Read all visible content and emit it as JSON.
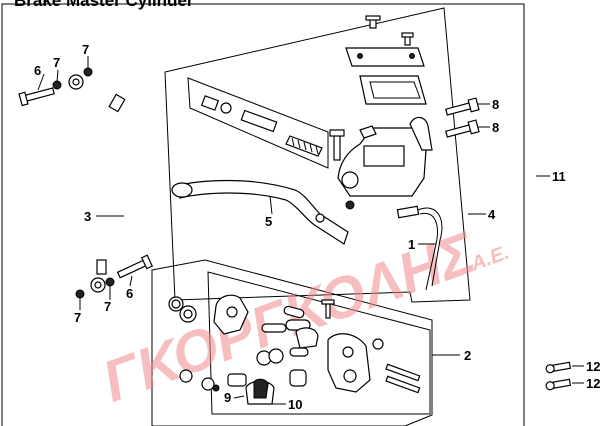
{
  "diagram_title": "Brake Master Cylinder",
  "watermark": {
    "brand": "ΓΚΟΡΓΚΟΛΗΣ",
    "suffix": "Α.Ε."
  },
  "callouts": {
    "c1": "1",
    "c2": "2",
    "c3": "3",
    "c4": "4",
    "c5": "5",
    "c6a": "6",
    "c6b": "6",
    "c7a": "7",
    "c7b": "7",
    "c7c": "7",
    "c7d": "7",
    "c8a": "8",
    "c8b": "8",
    "c9": "9",
    "c10": "10",
    "c11": "11",
    "c12a": "12",
    "c12b": "12"
  }
}
